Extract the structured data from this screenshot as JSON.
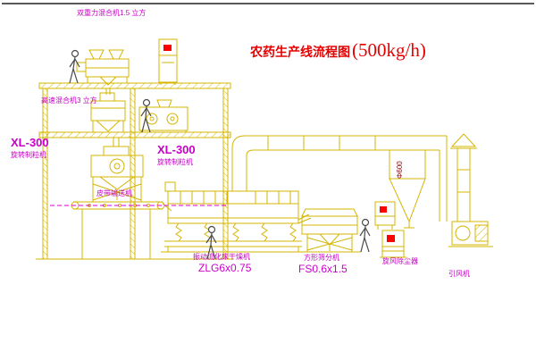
{
  "title": {
    "text": "农药生产线流程图",
    "capacity": "(500kg/h)"
  },
  "equipment_labels": {
    "top_mixer": "双重力混合机1.5 立方",
    "high_speed_mixer": "高速混合机3 立方",
    "granulator_left": {
      "model": "XL-300",
      "name": "旋转制粒机"
    },
    "granulator_right": {
      "model": "XL-300",
      "name": "旋转制粒机"
    },
    "belt_conveyor": "皮带输送机",
    "fluid_bed_dryer": {
      "name": "振动流化床干燥机",
      "model": "ZLG6x0.75"
    },
    "square_sifter": {
      "name": "方形筛分机",
      "model": "FS0.6x1.5"
    },
    "cyclone": "旋风除尘器",
    "induced_draft_fan": "引风机",
    "duct_diameter": "Φ600"
  },
  "colors": {
    "line": "#d4b400",
    "label": "#c800c8",
    "title": "#e60000",
    "dashed_line": "#d400d4",
    "button": "#ff0000"
  }
}
